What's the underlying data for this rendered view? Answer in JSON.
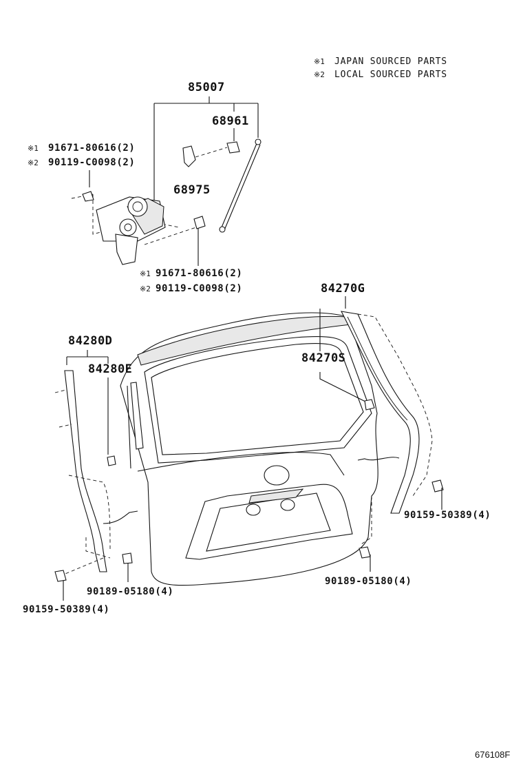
{
  "notes": [
    {
      "mark": "※1",
      "text": "JAPAN SOURCED PARTS"
    },
    {
      "mark": "※2",
      "text": "LOCAL SOURCED PARTS"
    }
  ],
  "parts": {
    "p85007": "85007",
    "p68961": "68961",
    "p68975": "68975",
    "p84270G": "84270G",
    "p84270S": "84270S",
    "p84280D": "84280D",
    "p84280E": "84280E"
  },
  "motor_bolts_upper": [
    {
      "mark": "※1",
      "text": "91671-80616(2)"
    },
    {
      "mark": "※2",
      "text": "90119-C0098(2)"
    }
  ],
  "motor_bolts_lower": [
    {
      "mark": "※1",
      "text": "91671-80616(2)"
    },
    {
      "mark": "※2",
      "text": "90119-C0098(2)"
    }
  ],
  "fasteners": {
    "screw_right": "90159-50389(4)",
    "clip_right": "90189-05180(4)",
    "clip_left": "90189-05180(4)",
    "screw_left": "90159-50389(4)"
  },
  "diagram_ref": "676108F"
}
